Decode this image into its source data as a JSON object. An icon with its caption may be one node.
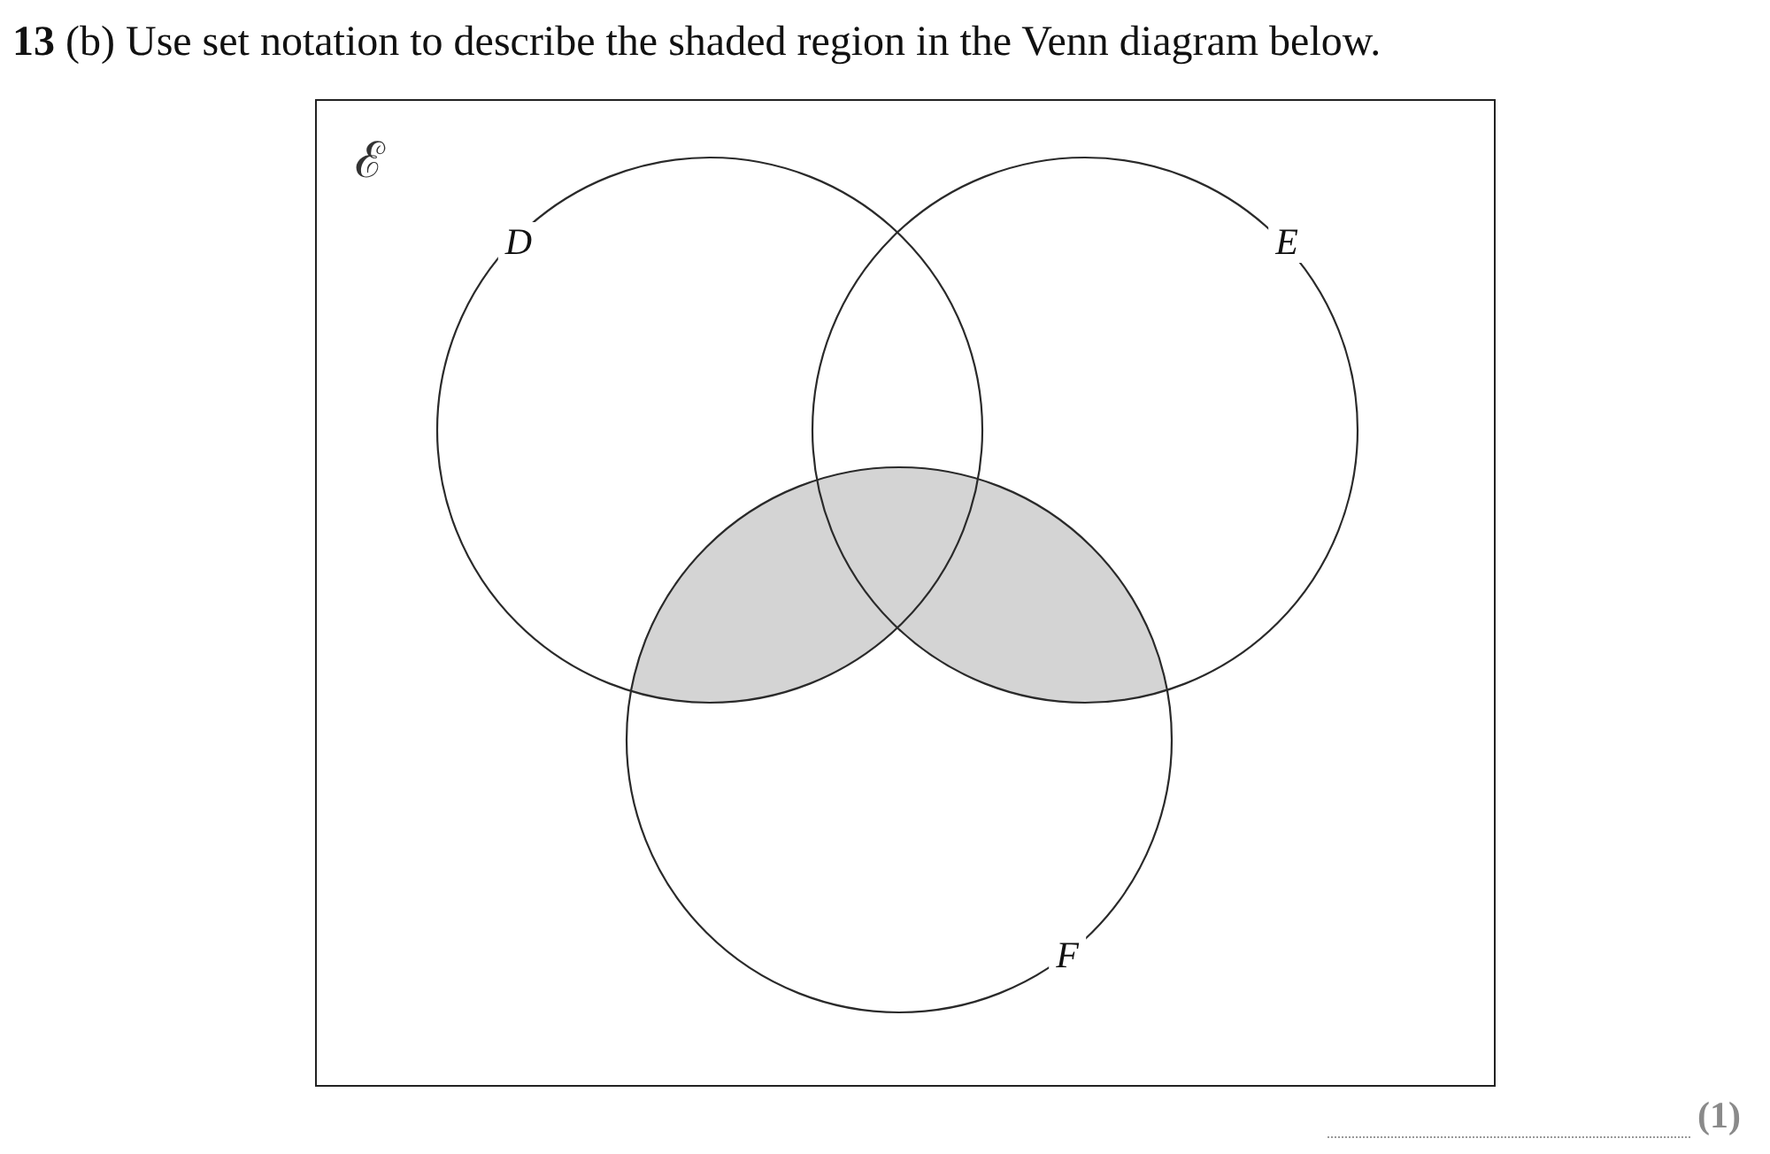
{
  "diagram": {
    "title": "**13** (b) Use set notation to describe the shaded region in the Venn diagram below.",
    "nodes": [
      {
        "text": [
          "ℰ"
        ]
      },
      {
        "text": [
          "D"
        ],
        "in": 0
      },
      {
        "text": [
          "E"
        ],
        "in": 0
      },
      {
        "text": [
          "F"
        ],
        "in": 0
      },
      {
        "text": [],
        "shape": "region",
        "in": 3
      }
    ],
    "labels": [
      "(1)"
    ]
  }
}
